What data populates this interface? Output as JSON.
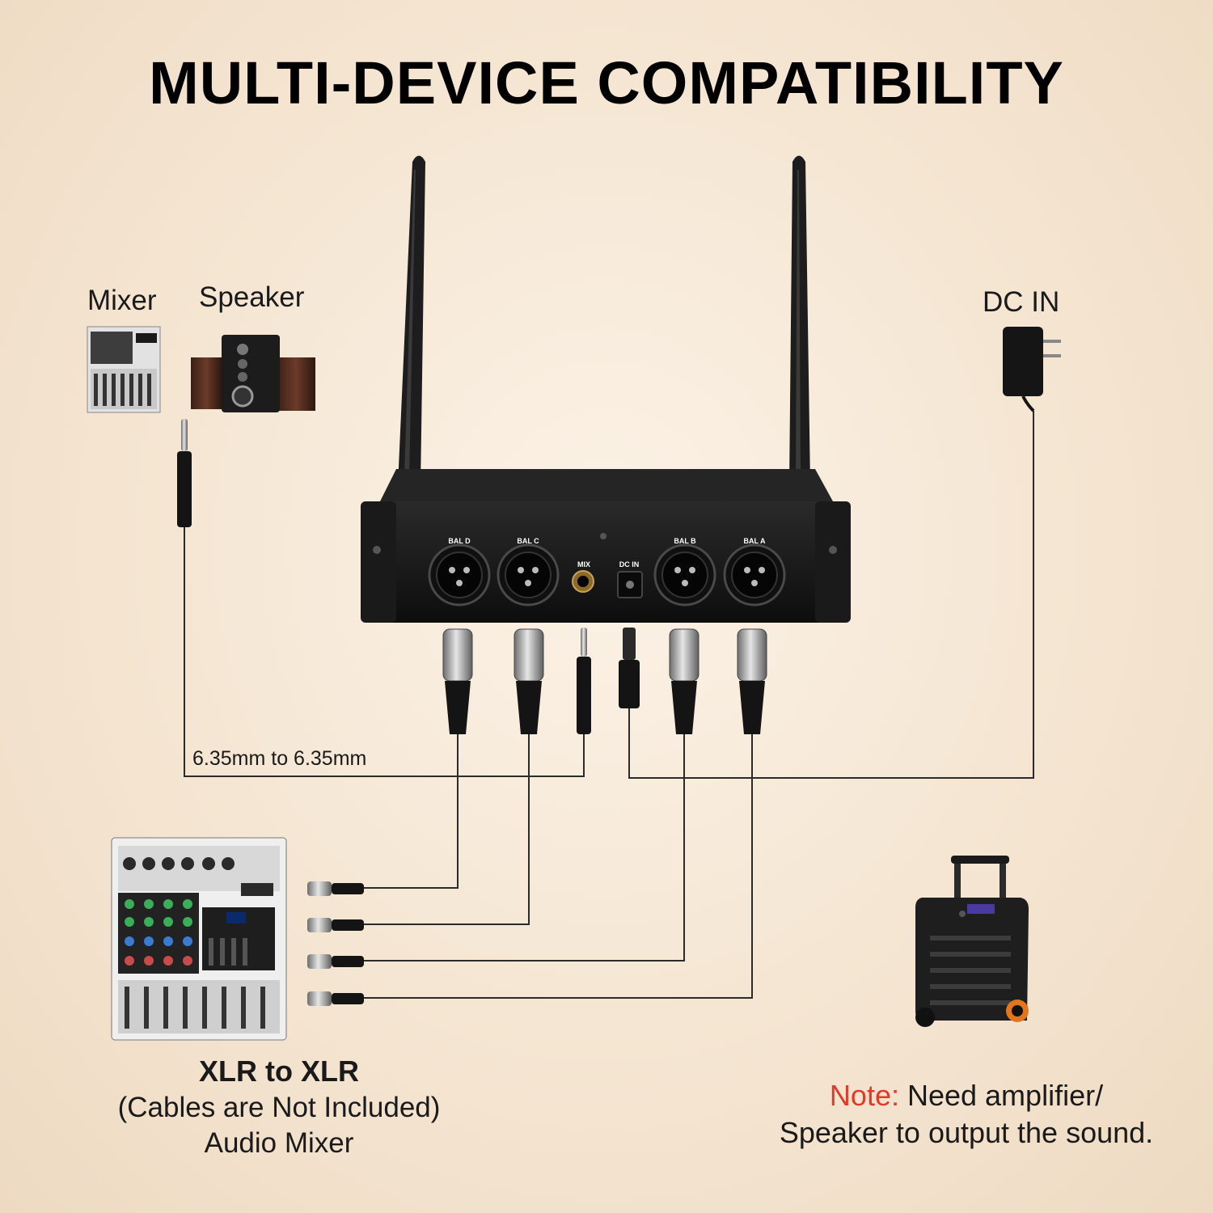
{
  "title": "MULTI-DEVICE COMPATIBILITY",
  "labels": {
    "mixer": "Mixer",
    "speaker": "Speaker",
    "dc_in": "DC IN",
    "jack_cable": "6.35mm to 6.35mm"
  },
  "receiver_ports": {
    "bal_d": "BAL D",
    "bal_c": "BAL C",
    "mix": "MIX",
    "dc_in": "DC IN",
    "bal_b": "BAL B",
    "bal_a": "BAL A"
  },
  "mixer_caption": {
    "line1": "XLR to XLR",
    "line2": "(Cables are Not Included)",
    "line3": "Audio Mixer"
  },
  "note": {
    "label": "Note:",
    "line1": " Need amplifier/",
    "line2": "Speaker to output the sound."
  },
  "colors": {
    "note_label": "#e23a2a",
    "receiver_body": "#141414",
    "background": "#f6e8d6"
  }
}
